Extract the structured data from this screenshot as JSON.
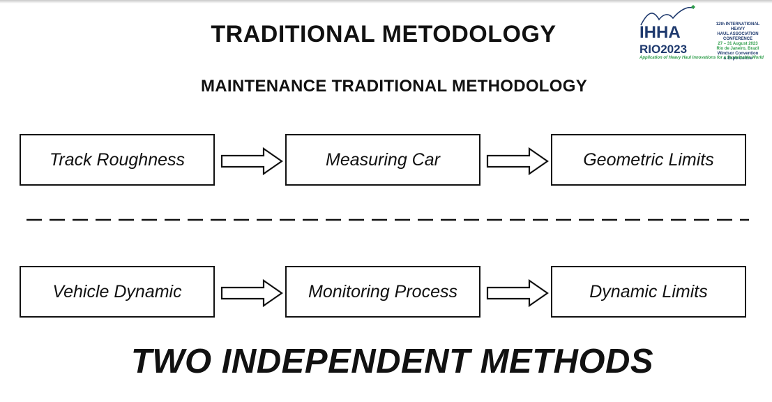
{
  "title": "TRADITIONAL METODOLOGY",
  "subtitle": "MAINTENANCE TRADITIONAL METHODOLOGY",
  "rows": [
    {
      "steps": [
        "Track Roughness",
        "Measuring Car",
        "Geometric Limits"
      ]
    },
    {
      "steps": [
        "Vehicle Dynamic",
        "Monitoring Process",
        "Dynamic Limits"
      ]
    }
  ],
  "conclusion": "TWO INDEPENDENT METHODS",
  "logo": {
    "mark_line1": "IHHA",
    "mark_line2": "RIO2023",
    "conference_line1": "12th INTERNATIONAL HEAVY",
    "conference_line2": "HAUL ASSOCIATION CONFERENCE",
    "dates": "27 – 31 August 2023",
    "city": "Rio de Janeiro, Brazil",
    "venue_line1": "Windsor Convention",
    "venue_line2": "& Expo Centre",
    "tagline": "Application of Heavy Haul Innovations for a Sustainable World",
    "colors": {
      "navy": "#1f3a6e",
      "green": "#2e9d4a"
    }
  }
}
